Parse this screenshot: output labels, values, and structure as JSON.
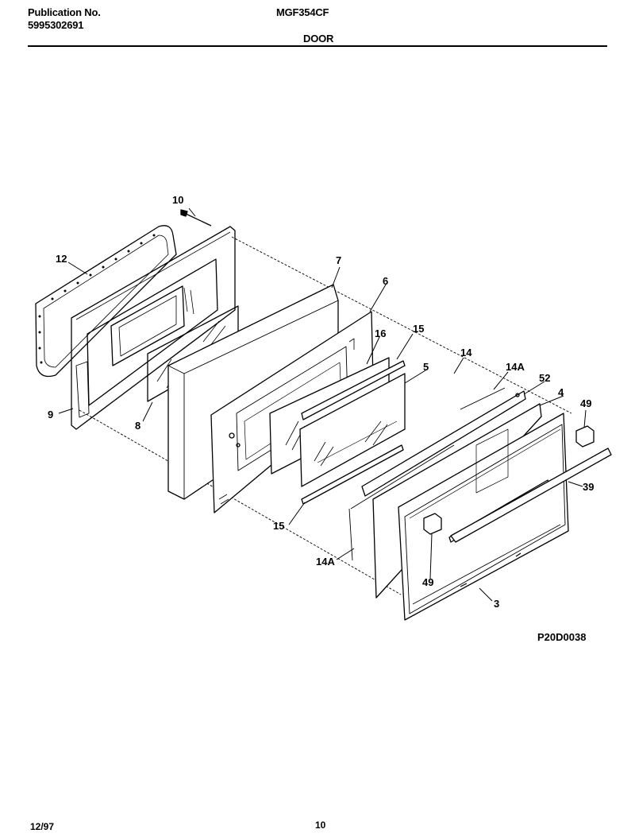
{
  "header": {
    "publication_label": "Publication No.",
    "publication_number": "5995302691",
    "model": "MGF354CF",
    "section_title": "DOOR"
  },
  "diagram": {
    "part_labels": {
      "p10": "10",
      "p12": "12",
      "p9": "9",
      "p8": "8",
      "p7": "7",
      "p6": "6",
      "p16": "16",
      "p15_top": "15",
      "p5": "5",
      "p14": "14",
      "p14a_top": "14A",
      "p52": "52",
      "p4": "4",
      "p49_top": "49",
      "p39": "39",
      "p15_bottom": "15",
      "p14a_bottom": "14A",
      "p49_bottom": "49",
      "p3": "3"
    },
    "figure_code": "P20D0038"
  },
  "footer": {
    "date": "12/97",
    "page_number": "10"
  }
}
